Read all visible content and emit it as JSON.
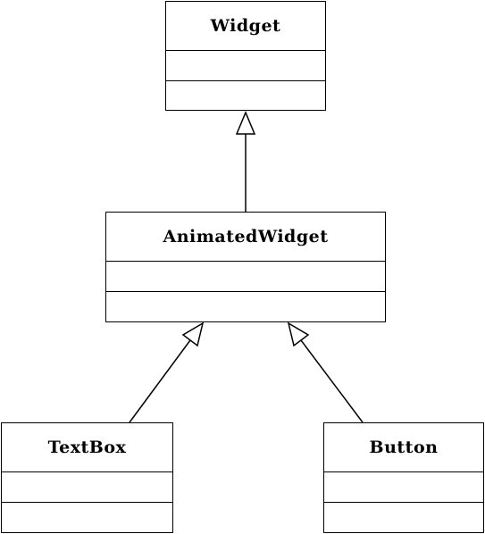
{
  "diagram": {
    "type": "uml-class-diagram",
    "classes": {
      "widget": {
        "name": "Widget"
      },
      "animated_widget": {
        "name": "AnimatedWidget"
      },
      "textbox": {
        "name": "TextBox"
      },
      "button": {
        "name": "Button"
      }
    },
    "relations": [
      {
        "kind": "generalization",
        "from": "AnimatedWidget",
        "to": "Widget"
      },
      {
        "kind": "generalization",
        "from": "TextBox",
        "to": "AnimatedWidget"
      },
      {
        "kind": "generalization",
        "from": "Button",
        "to": "AnimatedWidget"
      }
    ],
    "colors": {
      "stroke": "#000000",
      "background": "#ffffff"
    }
  }
}
